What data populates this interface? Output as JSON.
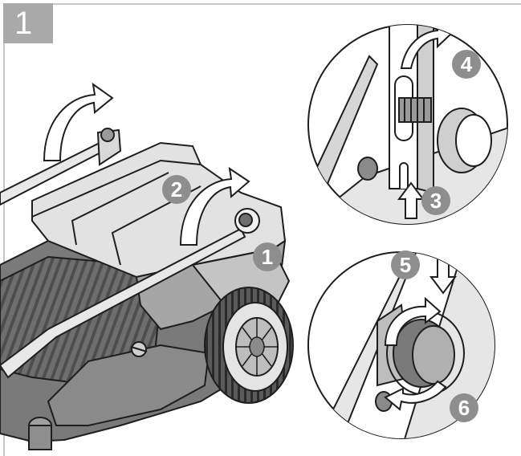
{
  "figure": {
    "step_number": "1",
    "callouts": [
      "1",
      "2",
      "3",
      "4",
      "5",
      "6"
    ],
    "icons": [
      "machine-illustration",
      "rotate-arrow-icon",
      "up-arrow-icon",
      "down-arrow-icon",
      "knob-icon"
    ],
    "colors": {
      "badge": "#a9a9a9",
      "callout": "#8e8e8e",
      "machine_dark": "#6b6b6b",
      "machine_mid": "#9a9a9a",
      "machine_light": "#dcdcdc",
      "line": "#1e1e1e"
    }
  }
}
